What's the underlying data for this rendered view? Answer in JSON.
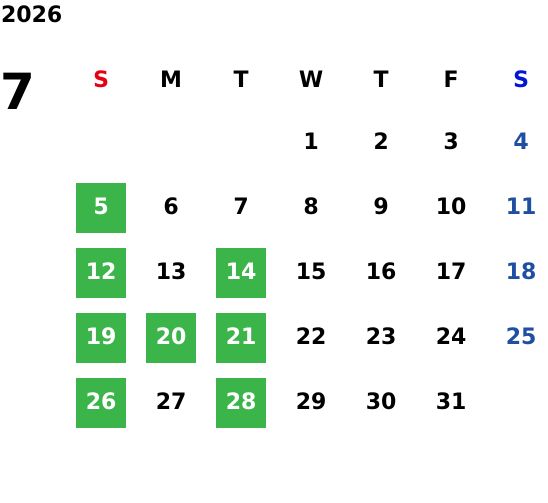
{
  "calendar": {
    "year": "2026",
    "month": "7",
    "weekday_headers": [
      "S",
      "M",
      "T",
      "W",
      "T",
      "F",
      "S"
    ],
    "colors": {
      "sunday_header": "#e60012",
      "saturday_header": "#0015d6",
      "saturday_dates": "#1f4fa0",
      "highlight_bg": "#3bb54a",
      "highlight_text": "#ffffff"
    },
    "weeks": [
      [
        null,
        null,
        null,
        "1",
        "2",
        "3",
        "4"
      ],
      [
        "5",
        "6",
        "7",
        "8",
        "9",
        "10",
        "11"
      ],
      [
        "12",
        "13",
        "14",
        "15",
        "16",
        "17",
        "18"
      ],
      [
        "19",
        "20",
        "21",
        "22",
        "23",
        "24",
        "25"
      ],
      [
        "26",
        "27",
        "28",
        "29",
        "30",
        "31",
        null
      ]
    ],
    "highlighted_days": [
      "5",
      "12",
      "14",
      "19",
      "20",
      "21",
      "26",
      "28"
    ]
  }
}
